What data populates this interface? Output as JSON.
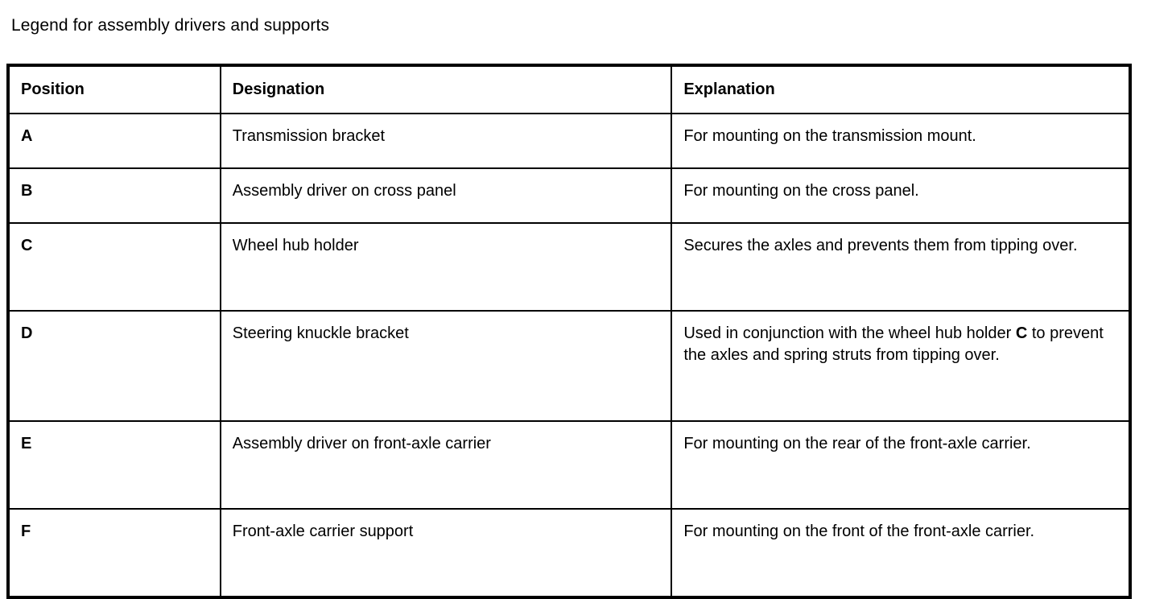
{
  "document": {
    "title": "Legend for assembly drivers and supports"
  },
  "table": {
    "headers": {
      "position": "Position",
      "designation": "Designation",
      "explanation": "Explanation"
    },
    "rows": [
      {
        "position": "A",
        "designation": "Transmission bracket",
        "explanation": "For mounting on the transmission mount.",
        "explanation_pre": "For mounting on the transmission mount.",
        "explanation_bold": "",
        "explanation_post": ""
      },
      {
        "position": "B",
        "designation": "Assembly driver on cross panel",
        "explanation": "For mounting on the cross panel.",
        "explanation_pre": "For mounting on the cross panel.",
        "explanation_bold": "",
        "explanation_post": ""
      },
      {
        "position": "C",
        "designation": "Wheel hub holder",
        "explanation": "Secures the axles and prevents them from tipping over.",
        "explanation_pre": "Secures the axles and prevents them from tipping over.",
        "explanation_bold": "",
        "explanation_post": ""
      },
      {
        "position": "D",
        "designation": "Steering knuckle bracket",
        "explanation": "Used in conjunction with the wheel hub holder C to prevent the axles and spring struts from tipping over.",
        "explanation_pre": "Used in conjunction with the wheel hub holder ",
        "explanation_bold": "C",
        "explanation_post": " to prevent the axles and spring struts from tipping over."
      },
      {
        "position": "E",
        "designation": "Assembly driver on front-axle carrier",
        "explanation": "For mounting on the rear of the front-axle carrier.",
        "explanation_pre": "For mounting on the rear of the front-axle carrier.",
        "explanation_bold": "",
        "explanation_post": ""
      },
      {
        "position": "F",
        "designation": "Front-axle carrier support",
        "explanation": "For mounting on the front of the front-axle carrier.",
        "explanation_pre": "For mounting on the front of the front-axle carrier.",
        "explanation_bold": "",
        "explanation_post": ""
      }
    ]
  },
  "colors": {
    "text": "#000000",
    "background": "#ffffff",
    "border": "#000000"
  }
}
